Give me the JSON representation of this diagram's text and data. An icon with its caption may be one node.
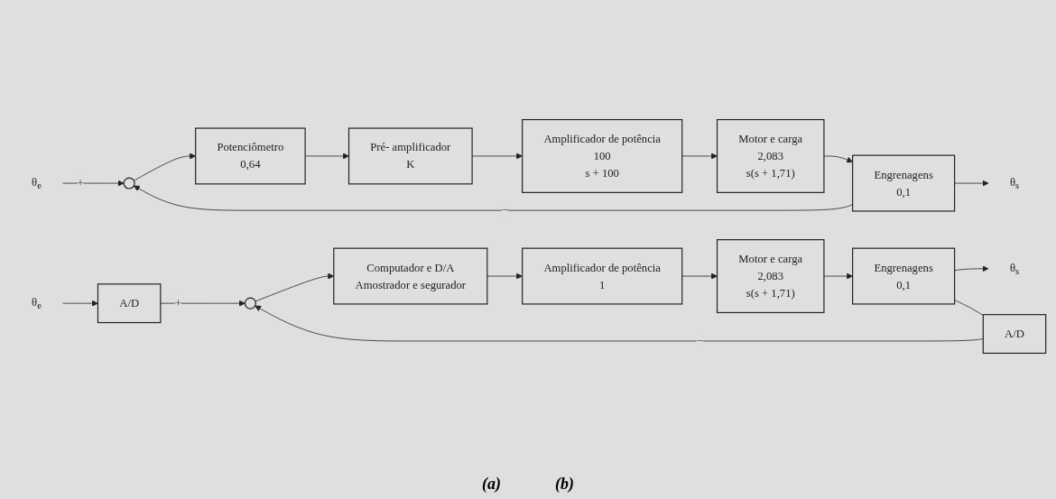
{
  "diagram": {
    "nodes": [
      {
        "text": [
          "θ$_{e}$"
        ]
      },
      {
        "text": [],
        "shape": "circle"
      },
      {
        "text": [
          "Potenciômetro",
          "0,64"
        ]
      },
      {
        "text": [
          "Pré- amplificador",
          "K"
        ]
      },
      {
        "text": [
          "Amplificador de potência",
          "100",
          "s + 100"
        ]
      },
      {
        "text": [
          "Motor e carga",
          "2,083",
          "s(s + 1,71)"
        ]
      },
      {
        "text": [
          "Engrenagens",
          "0,1"
        ]
      },
      {
        "text": [
          "θ$_{s}$"
        ]
      },
      {
        "text": [
          "θ$_{e}$"
        ]
      },
      {
        "text": [
          "A/D"
        ]
      },
      {
        "text": [],
        "shape": "circle"
      },
      {
        "text": [
          "Computador e D/A",
          "Amostrador e segurador"
        ]
      },
      {
        "text": [
          "Amplificador de potência",
          "1"
        ]
      },
      {
        "text": [
          "Motor e carga",
          "2,083",
          "s(s + 1,71)"
        ]
      },
      {
        "text": [
          "Engrenagens",
          "0,1"
        ]
      },
      {
        "text": [
          "θ$_{s}$"
        ]
      },
      {
        "text": [
          "A/D"
        ]
      }
    ],
    "edges": [
      {
        "from": 0,
        "to": 1,
        "arrow": "to",
        "label": "+"
      },
      {
        "from": 1,
        "to": 2,
        "arrow": "to"
      },
      {
        "from": 2,
        "to": 3,
        "arrow": "to"
      },
      {
        "from": 3,
        "to": 4,
        "arrow": "to"
      },
      {
        "from": 4,
        "to": 5,
        "arrow": "to"
      },
      {
        "from": 5,
        "to": 6,
        "arrow": "to"
      },
      {
        "from": 6,
        "to": 7,
        "arrow": "to"
      },
      {
        "from": 6,
        "to": 1,
        "arrow": "to",
        "label": "−"
      },
      {
        "from": 8,
        "to": 9,
        "arrow": "to"
      },
      {
        "from": 9,
        "to": 10,
        "arrow": "to",
        "label": "+"
      },
      {
        "from": 10,
        "to": 11,
        "arrow": "to"
      },
      {
        "from": 11,
        "to": 12,
        "arrow": "to"
      },
      {
        "from": 12,
        "to": 13,
        "arrow": "to"
      },
      {
        "from": 13,
        "to": 14,
        "arrow": "to"
      },
      {
        "from": 14,
        "to": 15,
        "arrow": "to"
      },
      {
        "from": 14,
        "to": 16,
        "arrow": "none"
      },
      {
        "from": 16,
        "to": 10,
        "arrow": "to",
        "label": "−"
      }
    ],
    "labels": [
      "(a)",
      "(b)"
    ]
  }
}
